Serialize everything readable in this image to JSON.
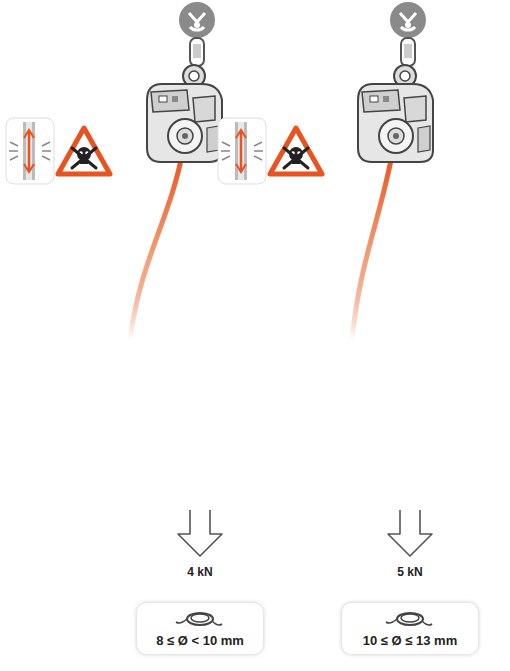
{
  "diagram": {
    "nodes": [
      {
        "text": [
          "8 ≤ Ø < 10 mm"
        ]
      },
      {
        "text": [
          "10 ≤ Ø ≤ 13 mm"
        ]
      }
    ],
    "labels": [
      "4 kN",
      "5 kN"
    ]
  }
}
